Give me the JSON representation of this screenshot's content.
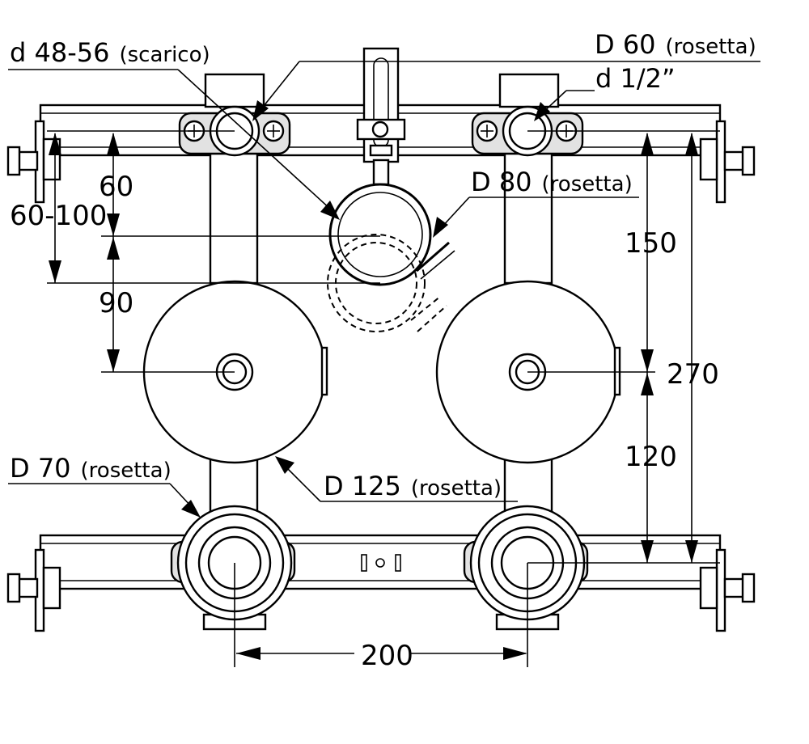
{
  "labels": {
    "drain": {
      "value": "d 48-56",
      "note": "(scarico)"
    },
    "rosette60": {
      "value": "D 60",
      "note": "(rosetta)"
    },
    "thread": {
      "value": "d 1/2”"
    },
    "rosette80": {
      "value": "D 80",
      "note": "(rosetta)"
    },
    "rosette70": {
      "value": "D 70",
      "note": "(rosetta)"
    },
    "rosette125": {
      "value": "D 125",
      "note": "(rosetta)"
    }
  },
  "dimensions": {
    "d60": "60",
    "d60_100": "60-100",
    "d90": "90",
    "d150": "150",
    "d270": "270",
    "d120": "120",
    "d200": "200"
  }
}
